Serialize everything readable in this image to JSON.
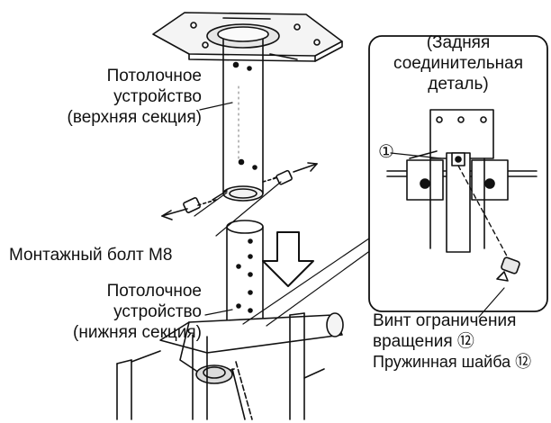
{
  "labels": {
    "upper_section": [
      "Потолочное",
      "устройство",
      "(верхняя секция)"
    ],
    "mount_bolt": "Монтажный болт M8",
    "lower_section": [
      "Потолочное",
      "устройство",
      "(нижняя секция)"
    ],
    "rear_part": [
      "(Задняя",
      "соединительная",
      "деталь)"
    ],
    "marker_1": "①",
    "rotation_screw": [
      "Винт ограничения",
      "вращения ⑫"
    ],
    "spring_washer": "Пружинная шайба ⑫"
  }
}
